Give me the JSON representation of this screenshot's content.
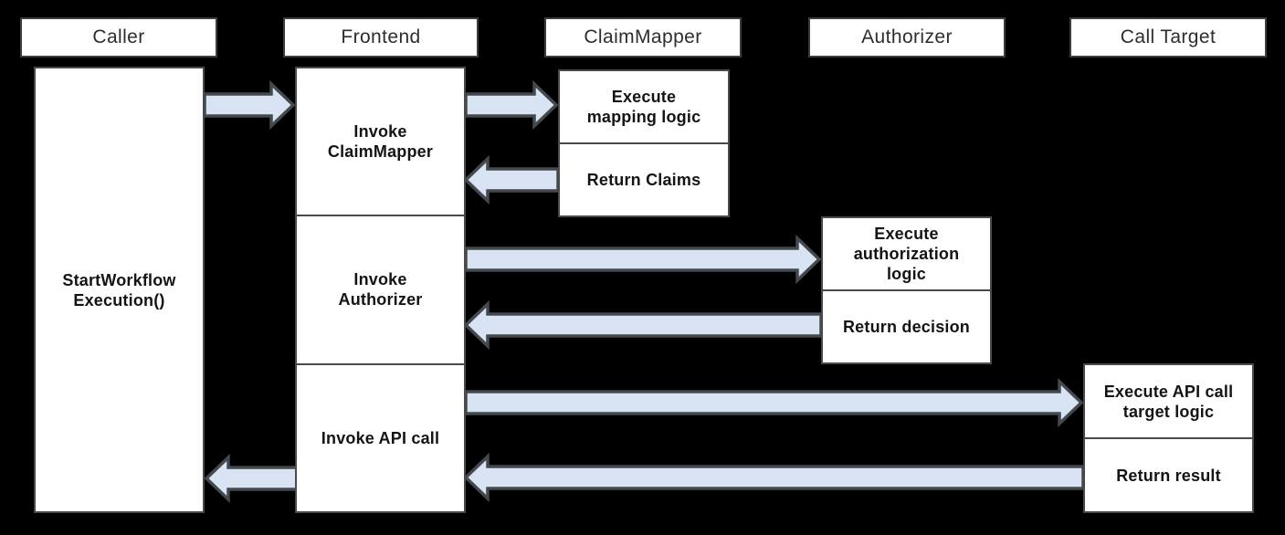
{
  "diagram": {
    "type": "sequence-diagram",
    "actors": [
      {
        "label": "Caller"
      },
      {
        "label": "Frontend"
      },
      {
        "label": "ClaimMapper"
      },
      {
        "label": "Authorizer"
      },
      {
        "label": "Call Target"
      }
    ],
    "activations": {
      "caller_start": "StartWorkflow\nExecution()",
      "frontend_invoke_claimmapper": "Invoke\nClaimMapper",
      "frontend_invoke_authorizer": "Invoke\nAuthorizer",
      "frontend_invoke_api_call": "Invoke API call",
      "claimmapper_execute": "Execute\nmapping logic",
      "claimmapper_return": "Return Claims",
      "authorizer_execute": "Execute\nauthorization\nlogic",
      "authorizer_return": "Return decision",
      "calltarget_execute": "Execute API call\ntarget logic",
      "calltarget_return": "Return result"
    },
    "messages": [
      {
        "from": "Caller",
        "to": "Frontend",
        "direction": "right"
      },
      {
        "from": "Frontend",
        "to": "ClaimMapper",
        "direction": "right"
      },
      {
        "from": "ClaimMapper",
        "to": "Frontend",
        "direction": "left"
      },
      {
        "from": "Frontend",
        "to": "Authorizer",
        "direction": "right"
      },
      {
        "from": "Authorizer",
        "to": "Frontend",
        "direction": "left"
      },
      {
        "from": "Frontend",
        "to": "Call Target",
        "direction": "right"
      },
      {
        "from": "Call Target",
        "to": "Frontend",
        "direction": "left"
      },
      {
        "from": "Frontend",
        "to": "Caller",
        "direction": "left"
      }
    ],
    "colors": {
      "background": "#000000",
      "box_fill": "#ffffff",
      "box_border": "#4a4a4a",
      "header_border": "#3d3d3d",
      "arrow_fill": "#d8e3f3",
      "arrow_stroke": "#44494e",
      "header_text": "#2d2d2d",
      "body_text": "#141414"
    }
  }
}
